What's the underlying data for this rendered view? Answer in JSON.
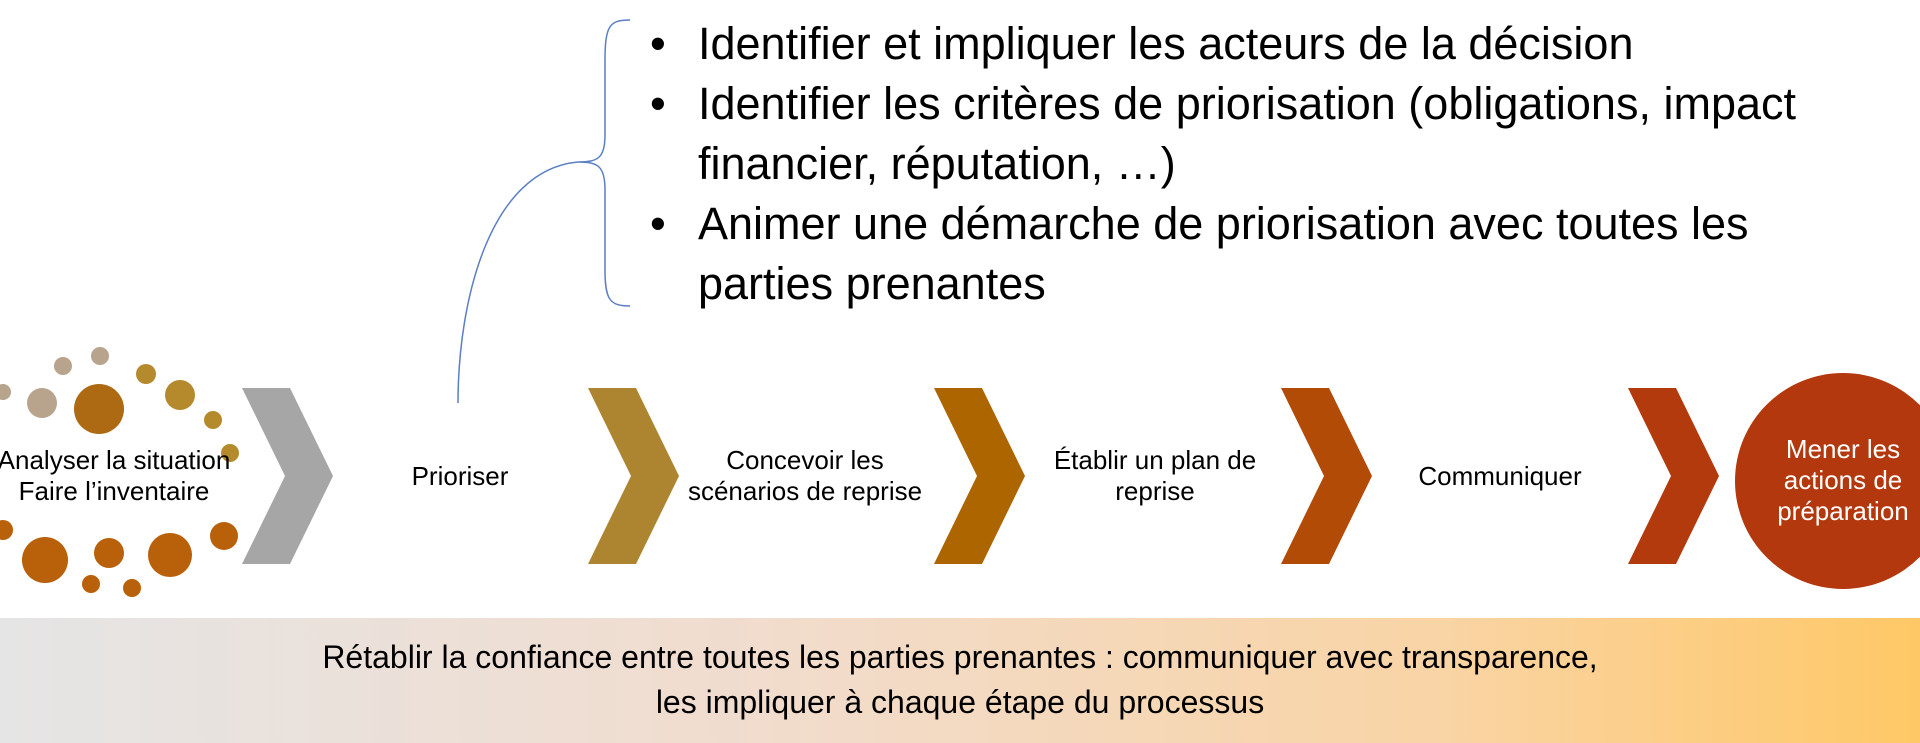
{
  "bullets": [
    "Identifier et impliquer les acteurs de la décision",
    "Identifier les critères de priorisation (obligations, impact financier, réputation, …)",
    "Animer une démarche de priorisation avec toutes les parties prenantes"
  ],
  "bullet_symbol": "•",
  "steps": {
    "analyse_line1": "Analyser la situation",
    "analyse_line2": "Faire l’inventaire",
    "prioriser": "Prioriser",
    "concevoir_line1": "Concevoir les",
    "concevoir_line2": "scénarios de reprise",
    "etablir_line1": "Établir un plan de",
    "etablir_line2": "reprise",
    "communiquer": "Communiquer",
    "mener_line1": "Mener les",
    "mener_line2": "actions de",
    "mener_line3": "préparation"
  },
  "banner": {
    "line1": "Rétablir la confiance entre toutes les parties prenantes : communiquer avec transparence,",
    "line2": "les impliquer à chaque étape du processus"
  },
  "colors": {
    "chevron_1": "#a6a6a6",
    "chevron_2": "#ad8531",
    "chevron_3": "#ad6500",
    "chevron_4": "#b14b06",
    "chevron_5": "#b23a0c",
    "final_circle": "#b3380d",
    "brace_line": "#5b7fc4",
    "banner_start": "#e5e5e5",
    "banner_end": "#ffc866"
  }
}
